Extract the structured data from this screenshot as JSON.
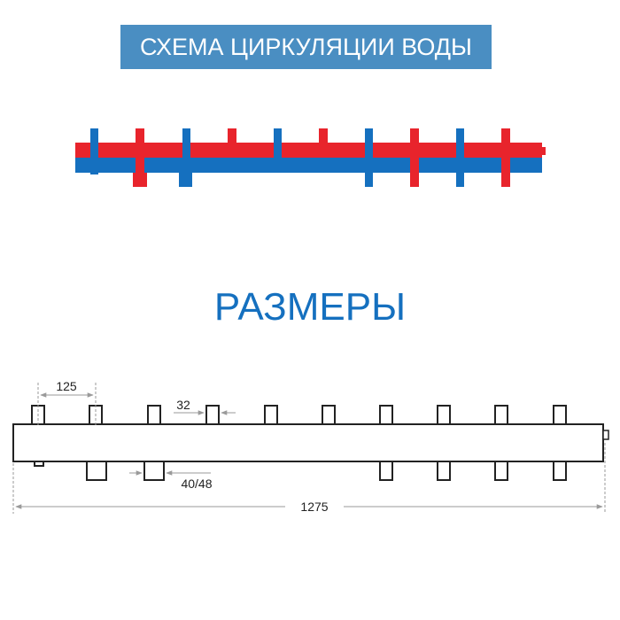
{
  "header": {
    "title": "СХЕМА ЦИРКУЛЯЦИИ ВОДЫ"
  },
  "section": {
    "title": "РАЗМЕРЫ"
  },
  "dimensions": {
    "pitch": "125",
    "outlet_diameter": "32",
    "inlet_diameter": "40/48",
    "total_length": "1275"
  },
  "colors": {
    "banner": "#4a8ec2",
    "supply_red": "#e8242c",
    "return_blue": "#1570bf",
    "title_blue": "#1570bf",
    "outline": "#222222",
    "dimension_gray": "#9a9a9a"
  }
}
